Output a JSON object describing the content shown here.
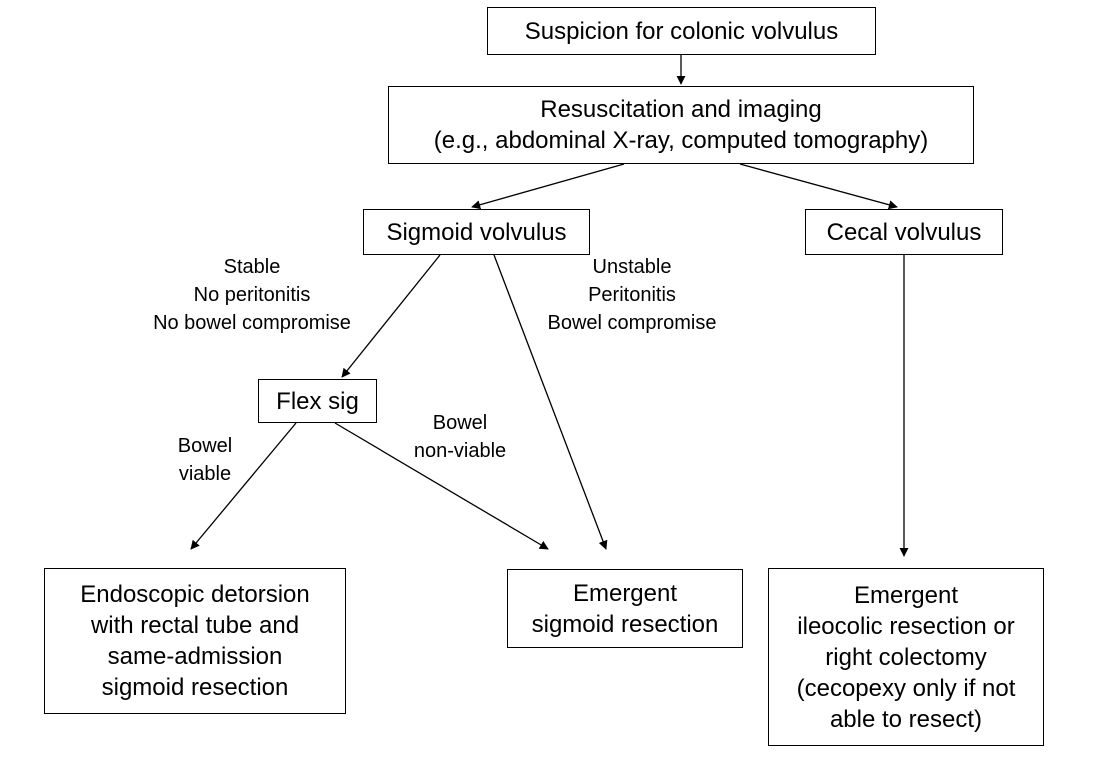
{
  "colors": {
    "stroke": "#000000",
    "background": "#ffffff",
    "text": "#000000"
  },
  "nodes": {
    "suspicion": [
      "Suspicion for colonic volvulus"
    ],
    "resuscitation": [
      "Resuscitation and imaging",
      "(e.g., abdominal X-ray, computed tomography)"
    ],
    "sigmoid": [
      "Sigmoid volvulus"
    ],
    "cecal": [
      "Cecal volvulus"
    ],
    "flex": [
      "Flex sig"
    ],
    "endoscopic": [
      "Endoscopic detorsion",
      "with rectal tube and",
      "same-admission",
      "sigmoid resection"
    ],
    "emergent_sigmoid": [
      "Emergent",
      "sigmoid resection"
    ],
    "emergent_ileocolic": [
      "Emergent",
      "ileocolic resection or",
      "right colectomy",
      "(cecopexy only if not",
      "able to resect)"
    ]
  },
  "edge_labels": {
    "stable": [
      "Stable",
      "No peritonitis",
      "No bowel compromise"
    ],
    "unstable": [
      "Unstable",
      "Peritonitis",
      "Bowel compromise"
    ],
    "viable": [
      "Bowel",
      "viable"
    ],
    "nonviable": [
      "Bowel",
      "non-viable"
    ]
  }
}
